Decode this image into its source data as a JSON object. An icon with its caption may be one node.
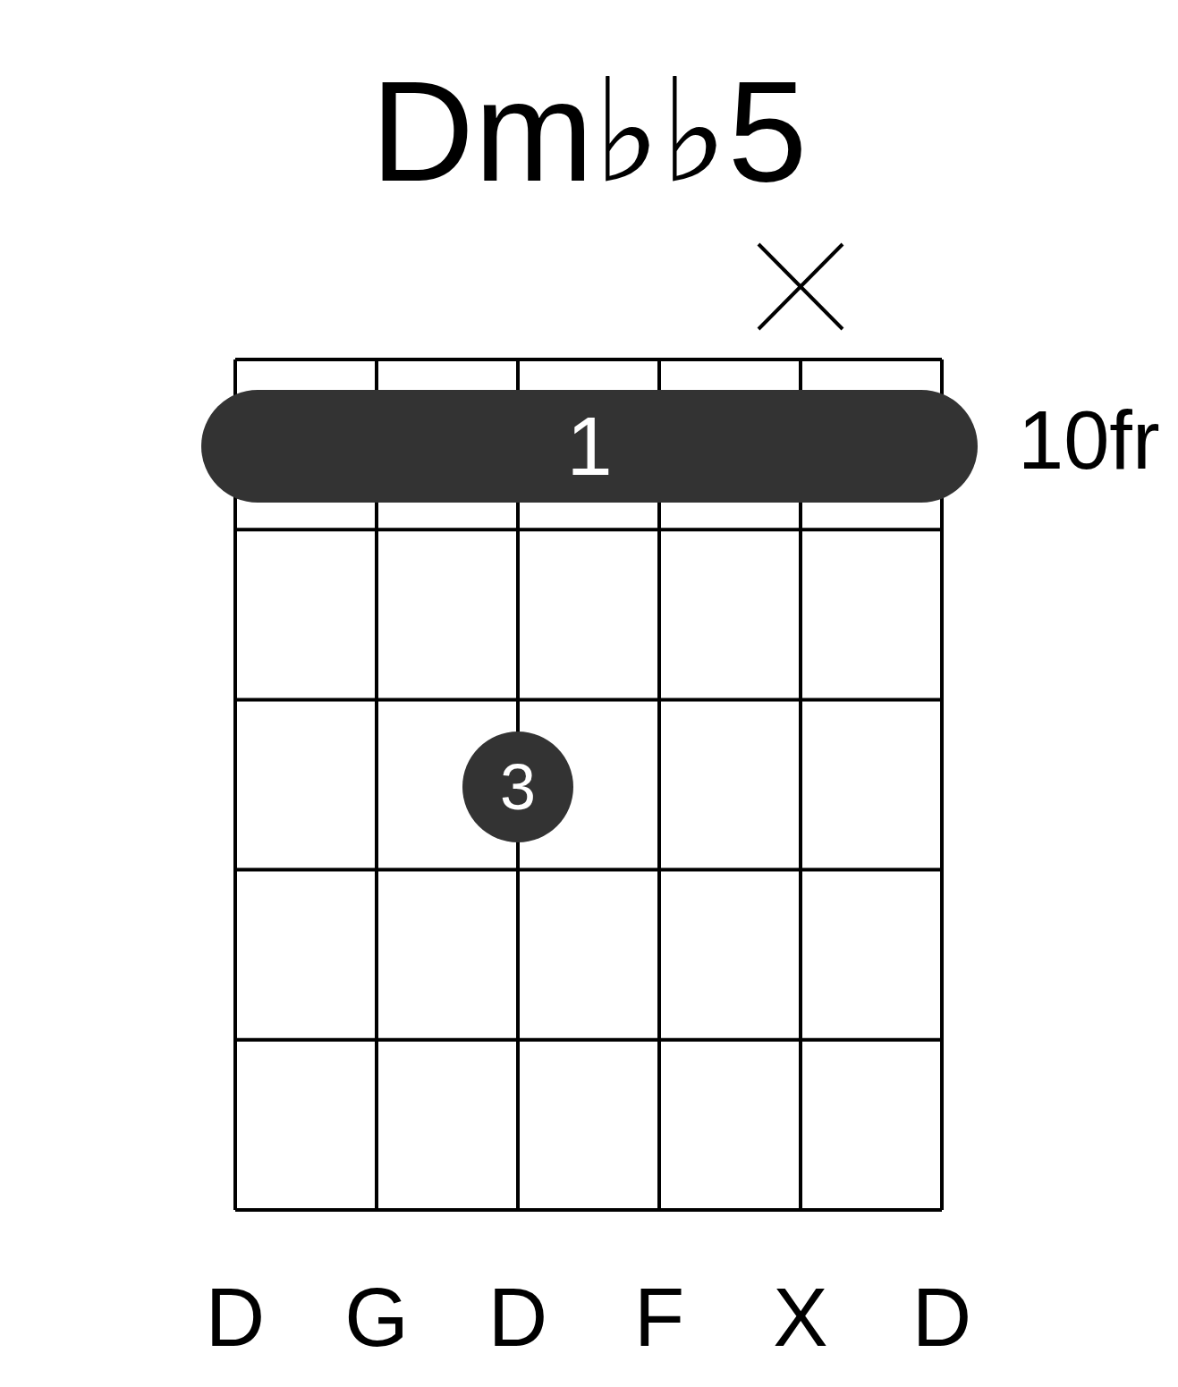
{
  "diagram": {
    "title": "Dm♭♭5",
    "nodes": [
      {
        "text": [
          "1"
        ]
      },
      {
        "text": [
          "3"
        ]
      }
    ],
    "labels": [
      "10fr",
      "D",
      "G",
      "D",
      "F",
      "X",
      "D"
    ]
  }
}
